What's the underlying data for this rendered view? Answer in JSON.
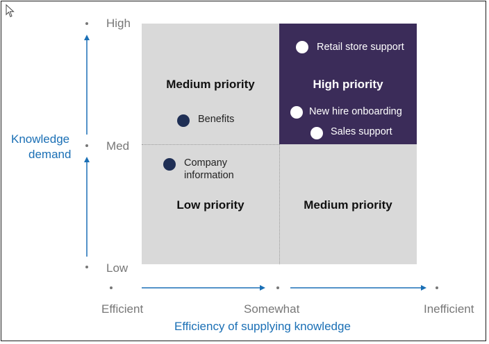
{
  "quadrants": {
    "top_left": "Medium priority",
    "top_right": "High priority",
    "bottom_left": "Low priority",
    "bottom_right": "Medium priority"
  },
  "items": [
    {
      "label": "Retail store support"
    },
    {
      "label": "New hire onboarding"
    },
    {
      "label": "Sales support"
    },
    {
      "label": "Benefits"
    },
    {
      "label": "Company\ninformation"
    }
  ],
  "y_axis": {
    "title_line1": "Knowledge",
    "title_line2": "demand",
    "ticks": [
      "High",
      "Med",
      "Low"
    ]
  },
  "x_axis": {
    "title": "Efficiency of supplying knowledge",
    "ticks": [
      "Efficient",
      "Somewhat",
      "Inefficient"
    ]
  },
  "colors": {
    "quadrant_gray": "#d9d9d9",
    "high_priority": "#3b2c59",
    "dot_navy": "#1f2f55",
    "axis_blue": "#1a6fb5"
  }
}
